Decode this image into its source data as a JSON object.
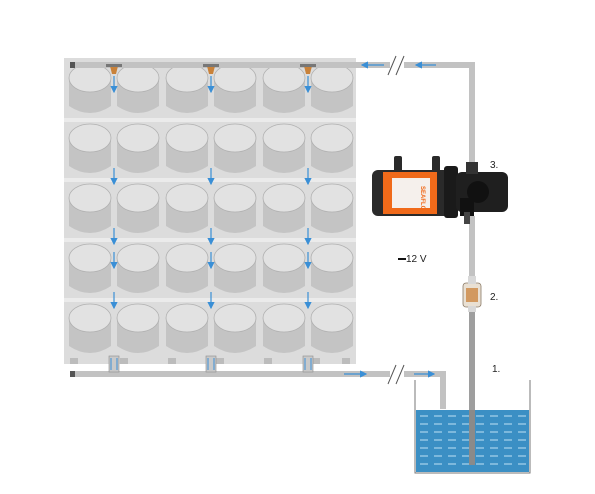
{
  "labels": {
    "tank": "1.",
    "filter": "2.",
    "pump": "3.",
    "voltage": "12 V"
  },
  "pump_brand": "SEAFLO",
  "rack": {
    "rows": 5,
    "columns": 6
  },
  "colors": {
    "pipe": "#bdbdbd",
    "rack_frame": "#d3d3d3",
    "pot": "#c4c4c4",
    "pot_top": "#e2e2e2",
    "flow_arrow": "#3a8fd6",
    "water": "#3b8fc4",
    "pump_body": "#222222",
    "pump_label": "#f06a1a",
    "emitter": "#c9823a"
  },
  "icons": [
    "flow-arrow",
    "pipe-break",
    "emitter",
    "filter",
    "pump"
  ]
}
